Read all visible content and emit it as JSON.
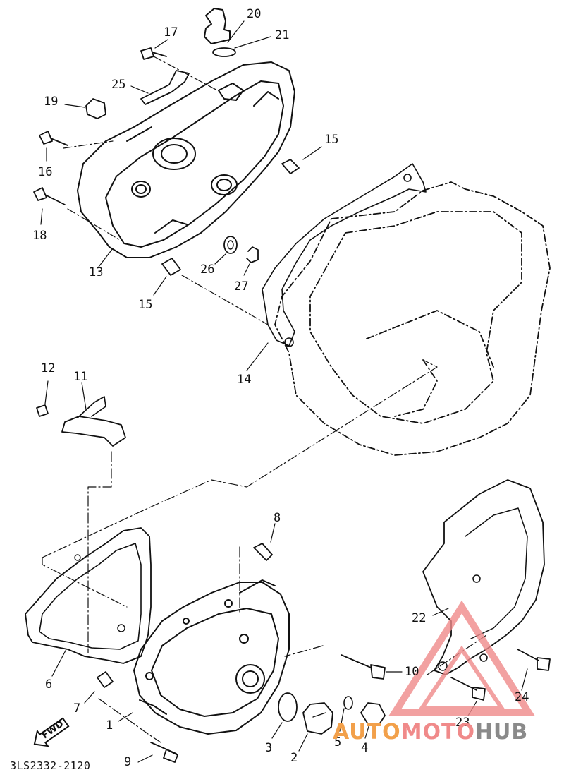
{
  "diagram_code": "3LS2332-2120",
  "fwd_label": "FWD",
  "watermark": {
    "part1": "AUTO",
    "part2": "MOTO",
    "part3": "HUB"
  },
  "callouts": {
    "c1": "1",
    "c2": "2",
    "c3": "3",
    "c4": "4",
    "c5": "5",
    "c6": "6",
    "c7": "7",
    "c8": "8",
    "c9": "9",
    "c10": "10",
    "c11": "11",
    "c12": "12",
    "c13": "13",
    "c14": "14",
    "c15a": "15",
    "c15b": "15",
    "c16": "16",
    "c17": "17",
    "c18": "18",
    "c19": "19",
    "c20": "20",
    "c21": "21",
    "c22": "22",
    "c23": "23",
    "c24": "24",
    "c25": "25",
    "c26": "26",
    "c27": "27"
  }
}
